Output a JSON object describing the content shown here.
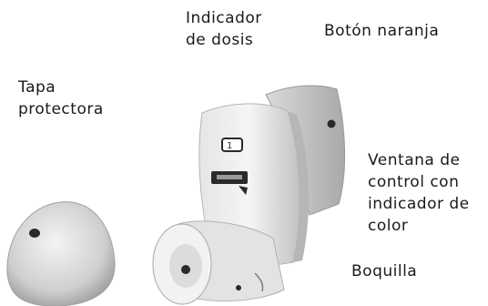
{
  "labels": {
    "dose_indicator": [
      "Indicador",
      "de dosis"
    ],
    "orange_button": [
      "Botón naranja"
    ],
    "protective_cap": [
      "Tapa",
      "protectora"
    ],
    "control_window": [
      "Ventana de",
      "control con",
      "indicador de",
      "color"
    ],
    "mouthpiece": [
      "Boquilla"
    ]
  },
  "colors": {
    "body": "#e9e9ea",
    "shadow": "#b9b9bb",
    "marks": "#2a2a2a"
  }
}
